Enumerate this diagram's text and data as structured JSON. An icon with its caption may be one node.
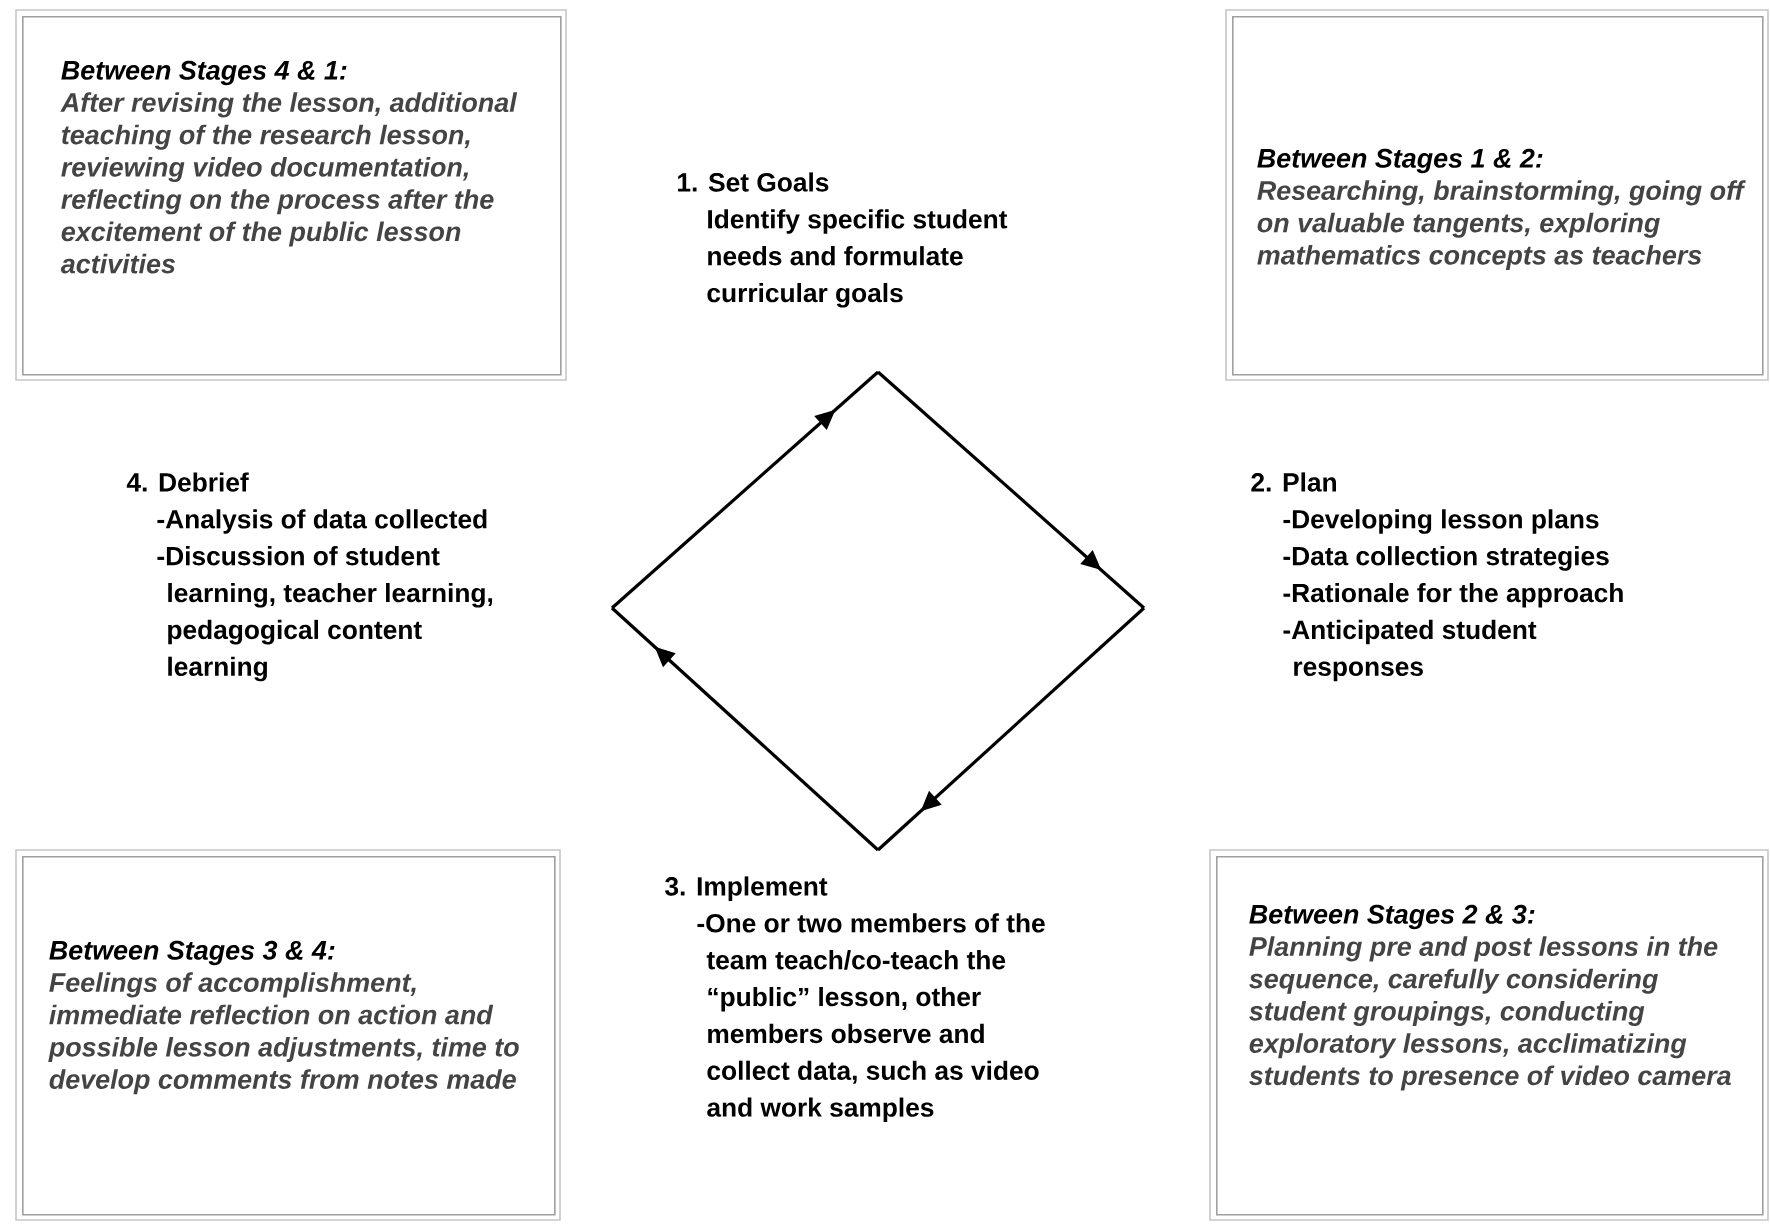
{
  "diagram": {
    "nodes": [
      {
        "text": [
          "Between Stages 4 & 1:",
          "After revising the lesson, additional teaching of the research lesson, reviewing video documentation, reflecting on the process after the excitement of the public lesson activities"
        ]
      },
      {
        "text": [
          "1. Set Goals",
          "Identify specific student needs and formulate curricular goals"
        ]
      },
      {
        "text": [
          "Between Stages 1 & 2:",
          "Researching, brainstorming, going off on valuable tangents, exploring mathematics concepts as teachers"
        ]
      },
      {
        "text": [
          "4. Debrief",
          "-Analysis of data collected",
          "-Discussion of student learning, teacher learning, pedagogical content learning"
        ]
      },
      {
        "text": [
          "2. Plan",
          "-Developing lesson plans",
          "-Data collection strategies",
          "-Rationale for the approach",
          "-Anticipated student responses"
        ]
      },
      {
        "text": [
          "Between Stages 3 & 4:",
          "Feelings of accomplishment, immediate reflection on action and possible lesson adjustments, time to develop comments from notes made"
        ]
      },
      {
        "text": [
          "3. Implement",
          "-One or two members of the team teach/co-teach the “public” lesson, other members observe and collect data, such as video and work samples"
        ]
      },
      {
        "text": [
          "Between Stages 2 & 3:",
          "Planning pre and post lessons in the sequence, carefully considering student groupings, conducting exploratory lessons, acclimatizing students to presence of video camera"
        ]
      }
    ],
    "edges": [
      {
        "from": 3,
        "to": 1,
        "arrow": "to"
      },
      {
        "from": 1,
        "to": 4,
        "arrow": "to"
      },
      {
        "from": 4,
        "to": 6,
        "arrow": "to"
      },
      {
        "from": 6,
        "to": 3,
        "arrow": "to"
      }
    ]
  }
}
